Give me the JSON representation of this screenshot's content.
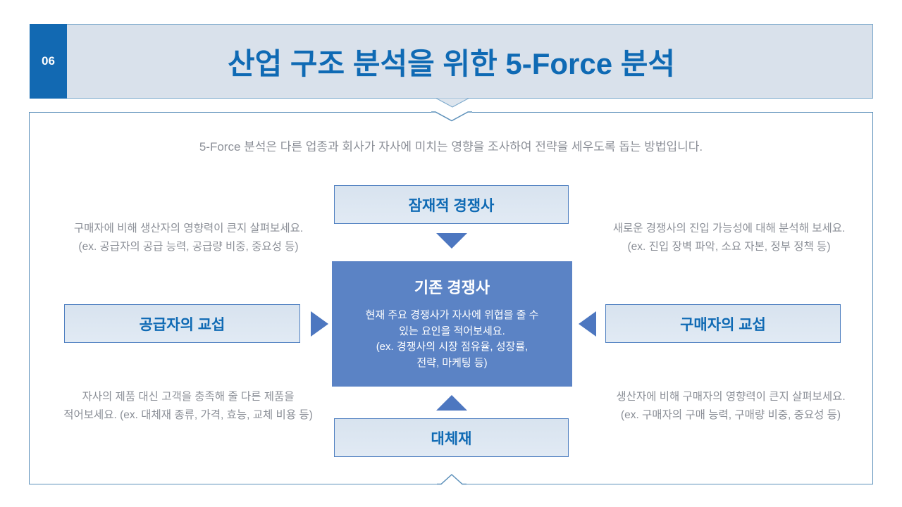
{
  "slide": {
    "page_number": "06",
    "title": "산업 구조 분석을 위한 5-Force 분석",
    "subtitle": "5-Force 분석은 다른 업종과 회사가 자사에 미치는 영향을 조사하여 전략을 세우도록 돕는 방법입니다."
  },
  "five_forces": {
    "potential_entrants": "잠재적 경쟁사",
    "supplier_power": "공급자의 교섭",
    "buyer_power": "구매자의 교섭",
    "substitutes": "대체재",
    "rivalry": {
      "title": "기존 경쟁사",
      "description": "현재 주요 경쟁사가 자사에 위협을 줄 수\n있는 요인을 적어보세요.\n(ex. 경쟁사의 시장 점유율, 성장률,\n전략, 마케팅 등)"
    },
    "notes": {
      "supplier": "구매자에 비해 생산자의 영향력이 큰지 살펴보세요.\n(ex. 공급자의 공급 능력, 공급량 비중, 중요성 등)",
      "entrants": "새로운 경쟁사의 진입 가능성에 대해 분석해 보세요.\n(ex. 진입 장벽 파악, 소요 자본, 정부 정책 등)",
      "substitutes": "자사의 제품 대신 고객을 충족해 줄 다른 제품을\n적어보세요. (ex. 대체재 종류, 가격, 효능, 교체 비용 등)",
      "buyer": "생산자에 비해 구매자의 영향력이 큰지 살펴보세요.\n(ex. 구매자의 구매 능력, 구매량 비중, 중요성 등)"
    }
  },
  "colors": {
    "accent_blue": "#0f6ab4",
    "page_tab_fill": "#1269b2",
    "header_bar_fill": "#d9e1eb",
    "header_border": "#79a7cb",
    "force_box_fill": "#dbe5f0",
    "force_box_border": "#4d7ec0",
    "center_box_fill": "#5b83c5",
    "arrow": "#4d77c0",
    "panel_border": "#5c90ba",
    "muted_text": "#8b8f97"
  }
}
